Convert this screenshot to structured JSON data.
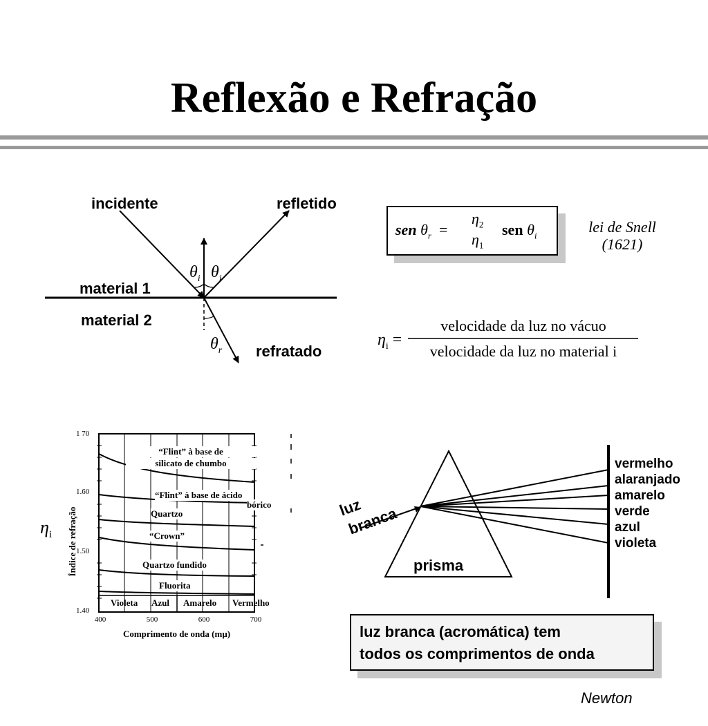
{
  "title": "Reflexão e Refração",
  "snell_diagram": {
    "incidente": "incidente",
    "refletido": "refletido",
    "refratado": "refratado",
    "material1": "material 1",
    "material2": "material 2",
    "theta": "θ",
    "sub_i": "i",
    "sub_r": "r"
  },
  "snell_law": {
    "sen_left": "sen",
    "theta": "θ",
    "sub_r": "r",
    "eta": "η",
    "sub_2": "2",
    "sub_1": "1",
    "sen_right": "sen",
    "sub_i": "i",
    "name": "lei de Snell",
    "year": "(1621)"
  },
  "index_formula": {
    "eta": "η",
    "sub_i": "i",
    "numerator": "velocidade da luz no vácuo",
    "denominator": "velocidade da luz no material i"
  },
  "refraction_chart": {
    "eta_label": "η",
    "eta_sub": "i",
    "y_axis_label": "Índice de refração",
    "x_axis_label": "Comprimento de onda (mμ)",
    "y_ticks": [
      "1 70",
      "1.60",
      "1.50",
      "1.40"
    ],
    "x_ticks": [
      "400",
      "500",
      "600",
      "700"
    ],
    "curve_labels": {
      "flint_lead_1": "“Flint” à base de",
      "flint_lead_2": "silicato de chumbo",
      "flint_boric_1": "“Flint” à base de ácido",
      "flint_boric_2": "bórico",
      "quartzo": "Quartzo",
      "crown": "“Crown”",
      "quartzo_fundido": "Quartzo fundido",
      "fluorita": "Fluorita"
    },
    "color_bands": [
      "Violeta",
      "Azul",
      "Amarelo",
      "Vermelho"
    ]
  },
  "prism": {
    "luz": "luz",
    "branca": "branca",
    "prisma": "prisma",
    "colors": [
      "vermelho",
      "alaranjado",
      "amarelo",
      "verde",
      "azul",
      "violeta"
    ]
  },
  "note": {
    "line1": "luz branca (acromática) tem",
    "line2": "todos os comprimentos de onda"
  },
  "credit": "Newton"
}
